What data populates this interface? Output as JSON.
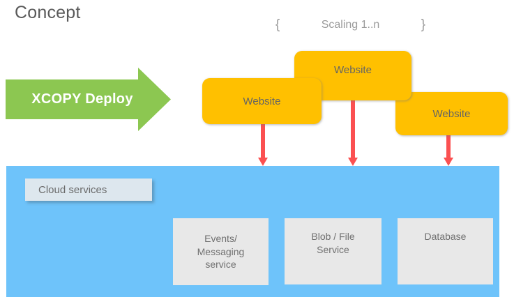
{
  "page": {
    "title": "Concept"
  },
  "scaling": {
    "open_brace": "{",
    "label": "Scaling 1..n",
    "close_brace": "}"
  },
  "deploy": {
    "arrow_label": "XCOPY Deploy",
    "arrow_color": "#8CC751"
  },
  "websites": [
    {
      "label": "Website"
    },
    {
      "label": "Website"
    },
    {
      "label": "Website"
    }
  ],
  "website_color": "#FFC000",
  "flow_arrows": [
    {
      "name": "arrow-website-1-to-cloud",
      "color": "#FB5051"
    },
    {
      "name": "arrow-website-2-to-cloud",
      "color": "#FB5051"
    },
    {
      "name": "arrow-website-3-to-cloud",
      "color": "#FB5051"
    }
  ],
  "cloud": {
    "panel_color": "#6EC3FA",
    "label": "Cloud services",
    "label_color": "#DDE7EE",
    "services": [
      {
        "label": "Events/\nMessaging\nservice",
        "name": "events-messaging-service"
      },
      {
        "label": "Blob / File\nService",
        "name": "blob-file-service"
      },
      {
        "label": "Database",
        "name": "database-service"
      }
    ],
    "service_color": "#E8E8E8"
  }
}
